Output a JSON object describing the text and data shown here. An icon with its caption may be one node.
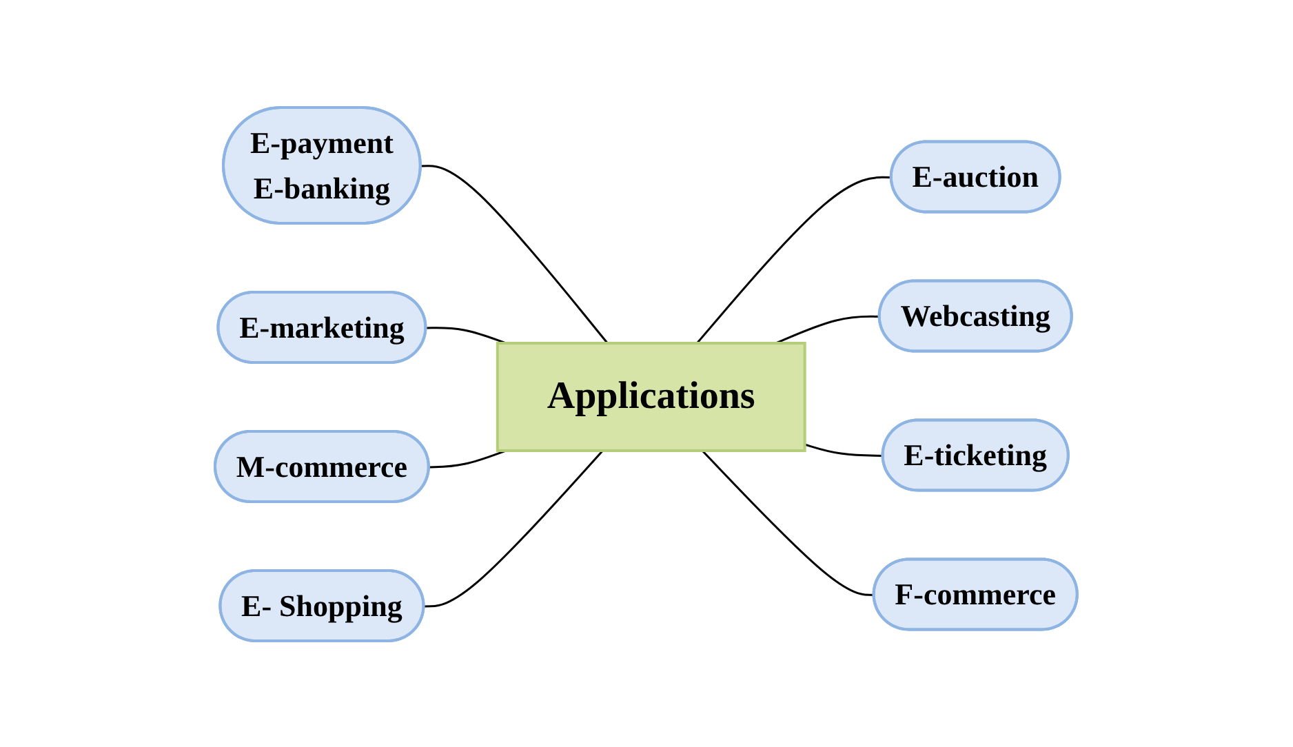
{
  "diagram": {
    "nodes": [
      {
        "text": [
          "E- Shopping"
        ]
      },
      {
        "text": [
          "E-payment",
          "E-banking"
        ]
      },
      {
        "text": [
          "Webcasting"
        ]
      },
      {
        "text": [
          "Applications"
        ]
      },
      {
        "text": [
          "E-marketing"
        ]
      },
      {
        "text": [
          "E-ticketing"
        ]
      },
      {
        "text": [
          "M-commerce"
        ]
      },
      {
        "text": [
          "F-commerce"
        ]
      },
      {
        "text": [
          "E-auction"
        ]
      }
    ],
    "edges": [
      {
        "from": 1,
        "to": 3,
        "arrow": "none"
      },
      {
        "from": 4,
        "to": 3,
        "arrow": "none"
      },
      {
        "from": 6,
        "to": 3,
        "arrow": "none"
      },
      {
        "from": 0,
        "to": 3,
        "arrow": "none"
      },
      {
        "from": 3,
        "to": 8,
        "arrow": "none"
      },
      {
        "from": 3,
        "to": 2,
        "arrow": "none"
      },
      {
        "from": 3,
        "to": 5,
        "arrow": "none"
      },
      {
        "from": 3,
        "to": 7,
        "arrow": "none"
      }
    ]
  }
}
